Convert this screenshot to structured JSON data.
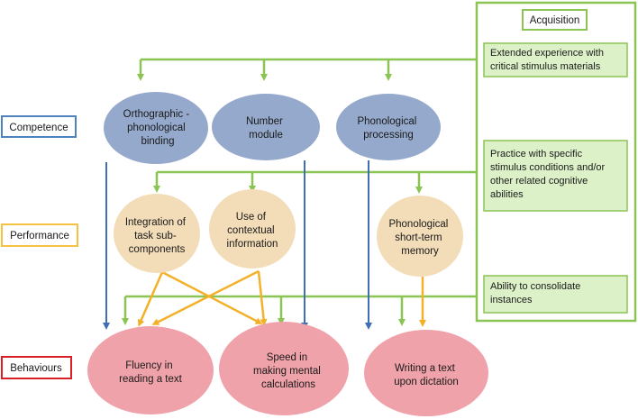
{
  "levels": {
    "competence": "Competence",
    "performance": "Performance",
    "behaviours": "Behaviours"
  },
  "competence_nodes": [
    [
      "Orthographic -",
      "phonological",
      "binding"
    ],
    [
      "Number",
      "module"
    ],
    [
      "Phonological",
      "processing"
    ]
  ],
  "performance_nodes": [
    [
      "Integration of",
      "task sub-",
      "components"
    ],
    [
      "Use of",
      "contextual",
      "information"
    ],
    [
      "Phonological",
      "short-term",
      "memory"
    ]
  ],
  "behaviour_nodes": [
    [
      "Fluency in",
      "reading  a text"
    ],
    [
      "Speed in",
      "making mental",
      "calculations"
    ],
    [
      "Writing a text",
      "upon dictation"
    ]
  ],
  "acquisition": {
    "title": "Acquisition",
    "items": [
      [
        "Extended experience with",
        "critical stimulus materials"
      ],
      [
        "Practice with specific",
        "stimulus conditions and/or",
        "other related cognitive",
        "abilities"
      ],
      [
        "Ability to consolidate",
        "instances"
      ]
    ]
  },
  "colors": {
    "competence": "#4f81bd",
    "performance": "#f5c242",
    "behaviours": "#d92027",
    "acquisition_green": "#8cc454",
    "blue_node": "#95a9cc",
    "beige_node": "#f3ddb9",
    "pink_node": "#efa2a9",
    "green_fill": "#ddf1c8",
    "blue_arrow": "#3f6eb6",
    "orange_arrow": "#f3b12a"
  }
}
